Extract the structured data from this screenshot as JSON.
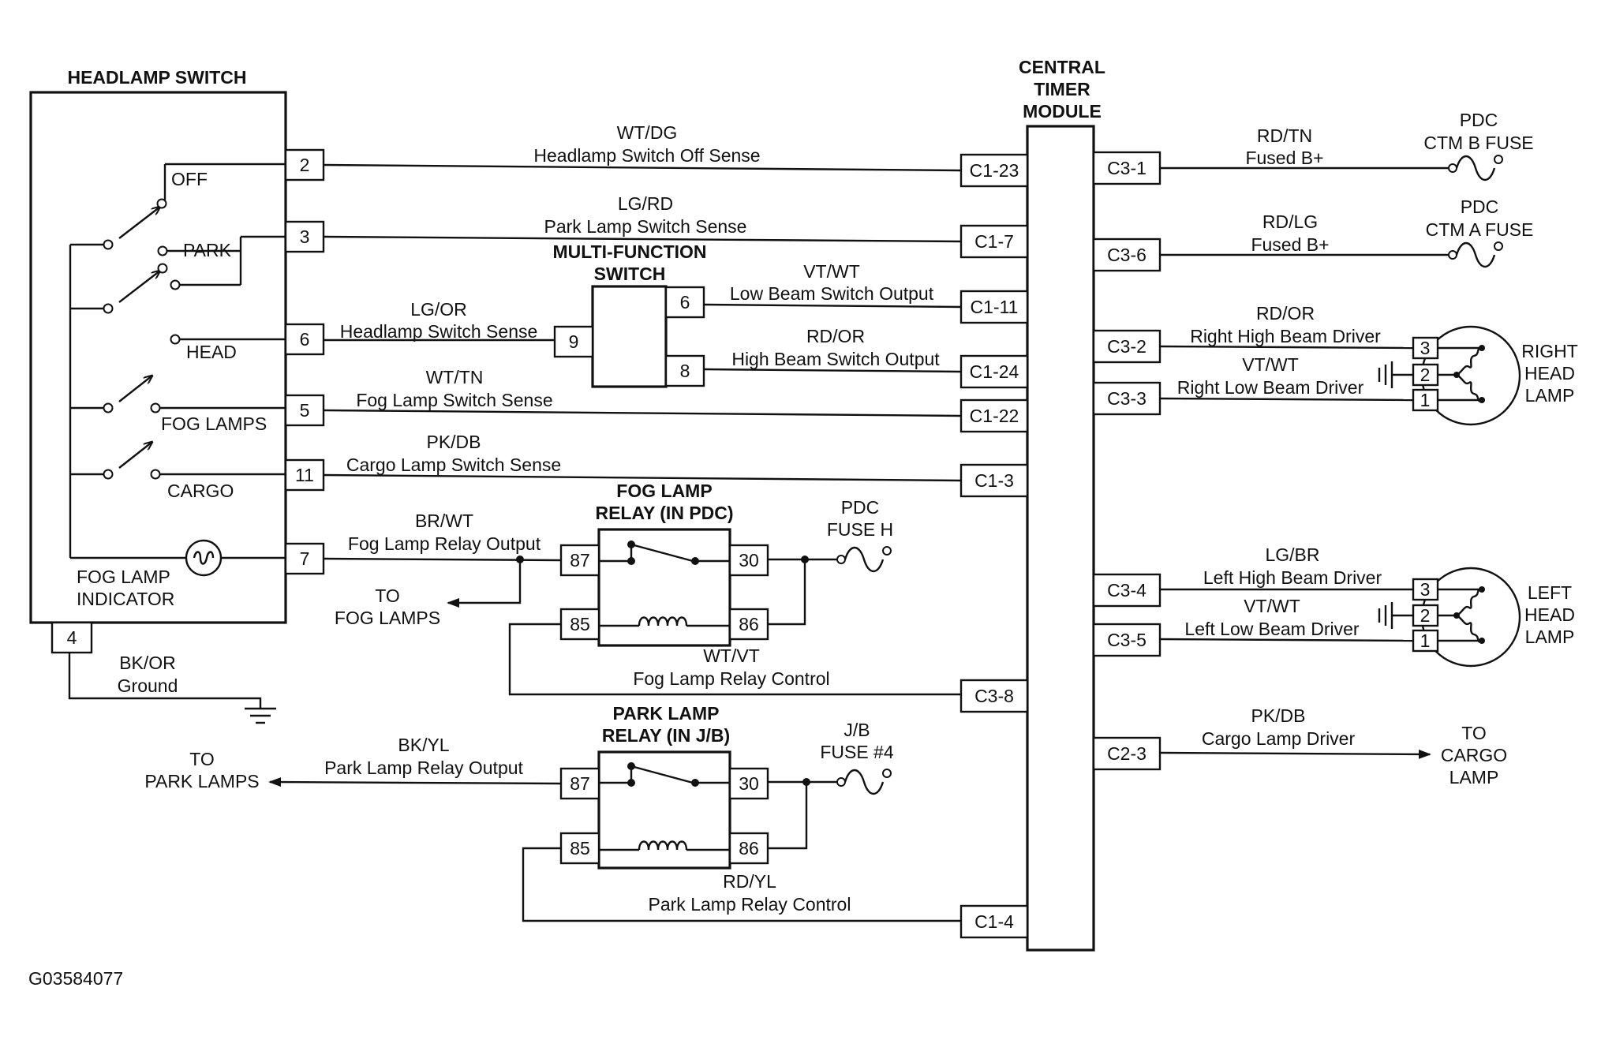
{
  "components": {
    "headlamp_switch": {
      "title": "HEADLAMP SWITCH",
      "positions": [
        "OFF",
        "PARK",
        "HEAD",
        "FOG LAMPS",
        "CARGO"
      ],
      "indicator": [
        "FOG LAMP",
        "INDICATOR"
      ],
      "pins": [
        "2",
        "3",
        "6",
        "5",
        "11",
        "7",
        "4"
      ]
    },
    "ctm": {
      "title": [
        "CENTRAL",
        "TIMER",
        "MODULE"
      ]
    },
    "mfs": {
      "title": [
        "MULTI-FUNCTION",
        "SWITCH"
      ],
      "pins": [
        "9",
        "6",
        "8"
      ]
    },
    "fog_relay": {
      "title": [
        "FOG LAMP",
        "RELAY (IN PDC)"
      ],
      "pins": [
        "87",
        "30",
        "85",
        "86"
      ]
    },
    "park_relay": {
      "title": [
        "PARK LAMP",
        "RELAY (IN J/B)"
      ],
      "pins": [
        "87",
        "30",
        "85",
        "86"
      ]
    },
    "right_lamp": {
      "title": [
        "RIGHT",
        "HEAD",
        "LAMP"
      ],
      "pins": [
        "3",
        "2",
        "1"
      ]
    },
    "left_lamp": {
      "title": [
        "LEFT",
        "HEAD",
        "LAMP"
      ],
      "pins": [
        "3",
        "2",
        "1"
      ]
    },
    "fuse_ctm_b": [
      "PDC",
      "CTM B FUSE"
    ],
    "fuse_ctm_a": [
      "PDC",
      "CTM A FUSE"
    ],
    "fuse_pdc_h": [
      "PDC",
      "FUSE H"
    ],
    "fuse_jb4": [
      "J/B",
      "FUSE #4"
    ]
  },
  "ctm_left_connectors": [
    "C1-23",
    "C1-7",
    "C1-11",
    "C1-24",
    "C1-22",
    "C1-3",
    "C3-8",
    "C1-4"
  ],
  "ctm_right_connectors": [
    "C3-1",
    "C3-6",
    "C3-2",
    "C3-3",
    "C3-4",
    "C3-5",
    "C2-3"
  ],
  "circuits": [
    {
      "color": "WT/DG",
      "name": "Headlamp Switch Off Sense"
    },
    {
      "color": "LG/RD",
      "name": "Park Lamp Switch Sense"
    },
    {
      "color": "LG/OR",
      "name": "Headlamp Switch Sense"
    },
    {
      "color": "VT/WT",
      "name": "Low Beam Switch Output"
    },
    {
      "color": "RD/OR",
      "name": "High Beam Switch Output"
    },
    {
      "color": "WT/TN",
      "name": "Fog Lamp Switch Sense"
    },
    {
      "color": "PK/DB",
      "name": "Cargo Lamp Switch Sense"
    },
    {
      "color": "BR/WT",
      "name": "Fog Lamp Relay Output"
    },
    {
      "color": "WT/VT",
      "name": "Fog Lamp Relay Control"
    },
    {
      "color": "BK/YL",
      "name": "Park Lamp Relay Output"
    },
    {
      "color": "RD/YL",
      "name": "Park Lamp Relay Control"
    },
    {
      "color": "BK/OR",
      "name": "Ground"
    },
    {
      "color": "RD/TN",
      "name": "Fused B+"
    },
    {
      "color": "RD/LG",
      "name": "Fused B+"
    },
    {
      "color": "RD/OR",
      "name": "Right High Beam Driver"
    },
    {
      "color": "VT/WT",
      "name": "Right Low Beam Driver"
    },
    {
      "color": "LG/BR",
      "name": "Left High Beam Driver"
    },
    {
      "color": "VT/WT",
      "name": "Left Low Beam Driver"
    },
    {
      "color": "PK/DB",
      "name": "Cargo Lamp Driver"
    }
  ],
  "destinations": {
    "fog_lamps": [
      "TO",
      "FOG LAMPS"
    ],
    "park_lamps": [
      "TO",
      "PARK LAMPS"
    ],
    "cargo_lamp": [
      "TO",
      "CARGO",
      "LAMP"
    ]
  },
  "figure_id": "G03584077"
}
